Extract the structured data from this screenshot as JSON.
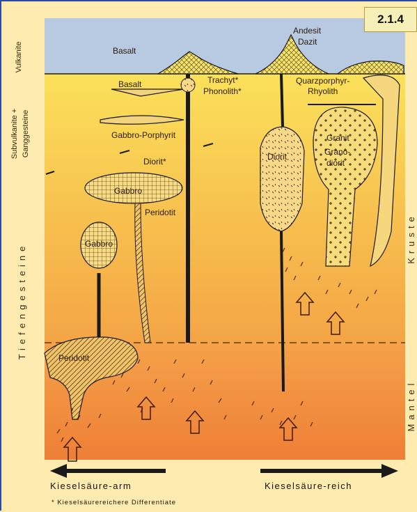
{
  "badge": "2.1.4",
  "labels": {
    "basalt_volcano": "Basalt",
    "basalt_sill": "Basalt",
    "trachyt": "Trachyt*",
    "phonolith": "Phonolith*",
    "andesit": "Andesit",
    "dazit": "Dazit",
    "quarzporphyr": "Quarzporphyr-",
    "rhyolith": "Rhyolith",
    "gabbro_porphyrit": "Gabbro-Porphyrit",
    "diorit_star": "Diorit*",
    "gabbro_mid": "Gabbro",
    "peridotit_mid": "Peridotit",
    "gabbro_small": "Gabbro",
    "peridotit_low": "Peridotit",
    "diorit_body": "Diorit",
    "granit": "Granit",
    "granodiorit_1": "Grano-",
    "granodiorit_2": "diorit"
  },
  "side": {
    "vulkanite": "Vulkanite",
    "subvulkanite": "Subvulkanite +",
    "ganggesteine": "Ganggesteine",
    "tiefengesteine": "Tiefengesteine",
    "kruste": "Kruste",
    "mantel": "Mantel"
  },
  "bottom": {
    "arm": "Kieselsäure-arm",
    "reich": "Kieselsäure-reich",
    "footnote": "* Kieselsäurereichere Differentiate"
  },
  "colors": {
    "sky": "#b8c9e2",
    "crust_top": "#fbe15a",
    "crust_bottom": "#f4a042",
    "mantle": "#f08a3a",
    "frame": "#fdebb0",
    "magma": "#f5d27a",
    "line": "#1a1a1a"
  }
}
